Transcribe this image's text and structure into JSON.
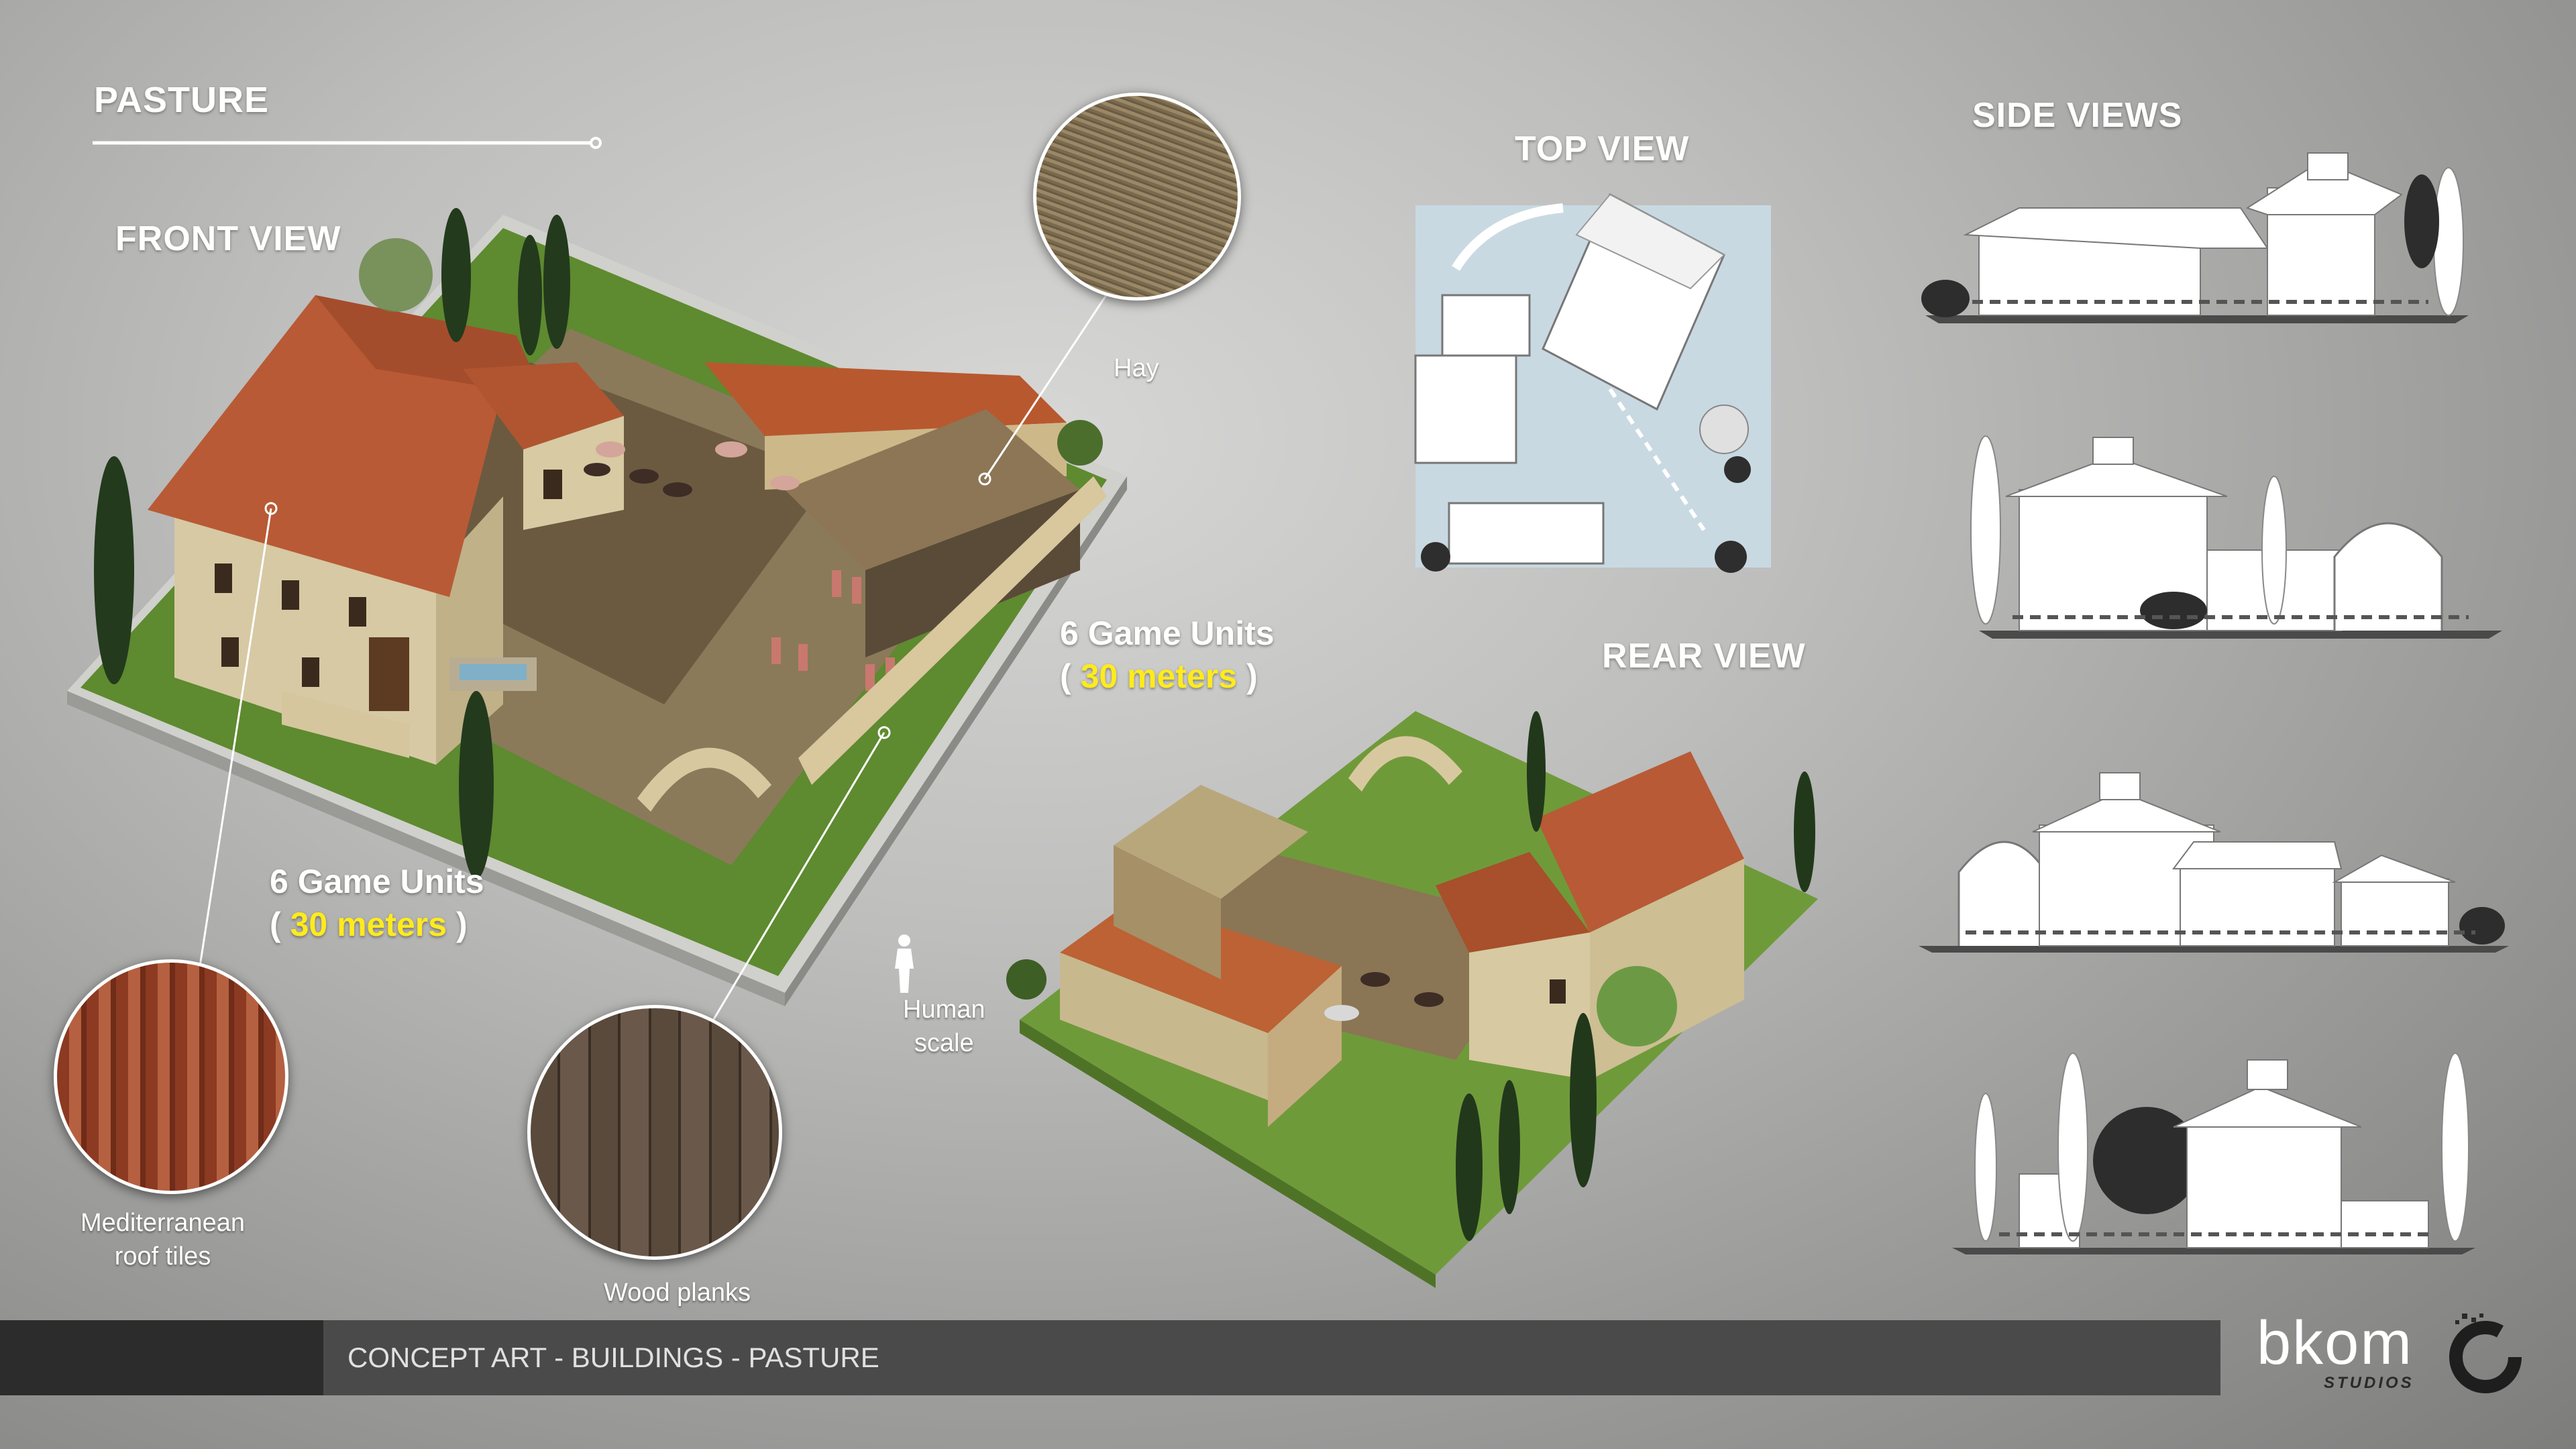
{
  "title": "PASTURE",
  "views": {
    "front": "FRONT VIEW",
    "top": "TOP VIEW",
    "rear": "REAR VIEW",
    "side": "SIDE VIEWS"
  },
  "materials": {
    "hay": "Hay",
    "roof_line1": "Mediterranean",
    "roof_line2": "roof tiles",
    "wood": "Wood planks"
  },
  "scale": {
    "front": {
      "units": "6 Game Units",
      "open": "(",
      "meters": "30 meters",
      "close": ")"
    },
    "right": {
      "units": "6 Game Units",
      "open": "(",
      "meters": "30 meters",
      "close": ")"
    },
    "human_line1": "Human",
    "human_line2": "scale"
  },
  "footer": {
    "breadcrumb": "CONCEPT ART - BUILDINGS - PASTURE",
    "logo": "bkom",
    "logo_sub": "STUDIOS"
  },
  "colors": {
    "accent_yellow": "#ffeb1c",
    "roof_terracotta": "#b85a35",
    "grass": "#5f8a32",
    "footer_bar": "#4a4a4a"
  }
}
